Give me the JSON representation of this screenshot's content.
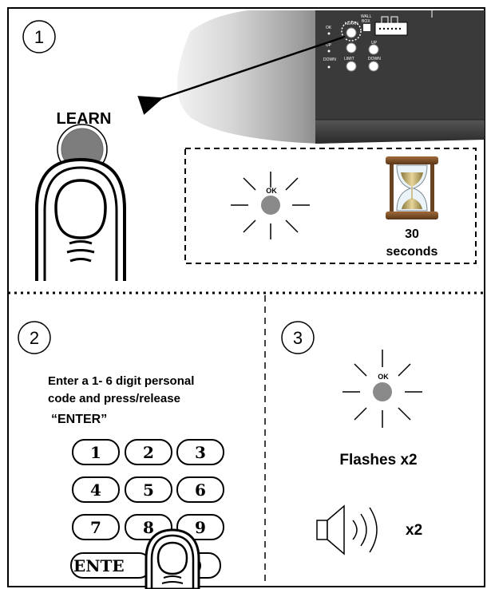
{
  "panel1": {
    "step_number": "1",
    "button_label": "LEARN",
    "indicator_label": "OK",
    "timer_value": "30",
    "timer_unit": "seconds",
    "opener_labels": {
      "ok": "OK",
      "learn": "LEARN",
      "wall_box": [
        "WALL",
        "BOX"
      ],
      "up_left": "UP",
      "down_left": "DOWN",
      "limit": "LIMIT",
      "up_right": "UP",
      "down_right": "DOWN"
    }
  },
  "panel2": {
    "step_number": "2",
    "instruction_lines": [
      "Enter a 1- 6 digit personal",
      "code and press/release",
      "“ENTER”"
    ],
    "keys": [
      "1",
      "2",
      "3",
      "4",
      "5",
      "6",
      "7",
      "8",
      "9"
    ],
    "enter_key": "ENTE",
    "zero_key": "0"
  },
  "panel3": {
    "step_number": "3",
    "indicator_label": "OK",
    "flash_text": "Flashes x2",
    "beep_text": "x2"
  },
  "colors": {
    "led_gray": "#8a8a8a",
    "button_gray": "#7d7d7d",
    "opener_dark": "#3a3a3a",
    "line": "#000000"
  },
  "icons": [
    "finger-press-icon",
    "hourglass-icon",
    "speaker-icon",
    "led-indicator-icon",
    "arrow-icon"
  ]
}
